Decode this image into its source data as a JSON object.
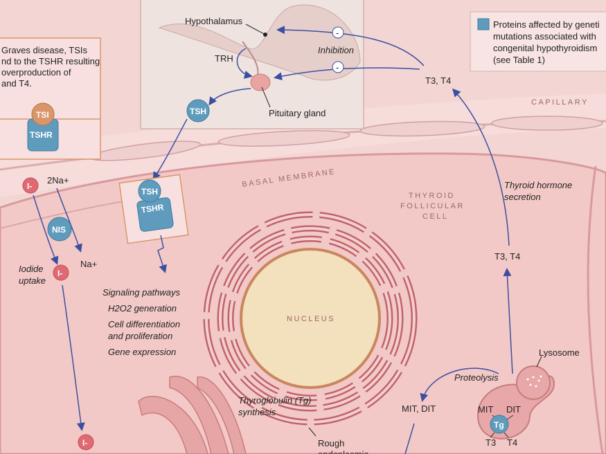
{
  "inset_graves": {
    "line1": "Graves disease, TSIs",
    "line2": "nd to the TSHR resulting",
    "line3": "overproduction of",
    "line4": "and T4."
  },
  "legend": {
    "line1": "Proteins affected by geneti",
    "line2": "mutations associated with",
    "line3": "congenital hypothyroidism",
    "line4": "(see Table 1)",
    "swatch_color": "#5f9bbd"
  },
  "hypothalamus": "Hypothalamus",
  "trh": "TRH",
  "pituitary": "Pituitary gland",
  "inhibition": "Inhibition",
  "minus_sign": "-",
  "t3t4_top": "T3, T4",
  "capillary": "CAPILLARY",
  "basal_membrane": "BASAL MEMBRANE",
  "thyroid_cell": {
    "line1": "THYROID",
    "line2": "FOLLICULAR",
    "line3": "CELL"
  },
  "hormone_secretion": {
    "line1": "Thyroid hormone",
    "line2": "secretion"
  },
  "t3t4_mid": "T3, T4",
  "tsh": "TSH",
  "tshr": "TSHR",
  "tsi": "TSI",
  "iodide": "I-",
  "two_na": "2Na+",
  "nis": "NIS",
  "na": "Na+",
  "iodide_uptake": {
    "line1": "Iodide",
    "line2": "uptake"
  },
  "signaling": {
    "title": "Signaling pathways",
    "item1": "H2O2 generation",
    "item2a": "Cell differentiation",
    "item2b": "and proliferation",
    "item3": "Gene expression"
  },
  "nucleus": "NUCLEUS",
  "tg_synthesis": {
    "line1": "Thyroglobulin (Tg)",
    "line2": "synthesis"
  },
  "rough_er": {
    "line1": "Rough",
    "line2": "endoplasmic"
  },
  "mit_dit": "MIT, DIT",
  "proteolysis": "Proteolysis",
  "lysosome": "Lysosome",
  "mit": "MIT",
  "dit": "DIT",
  "tg": "Tg",
  "t3": "T3",
  "t4": "T4",
  "colors": {
    "protein": "#5f9bbd",
    "tsi": "#d9966a",
    "iodide": "#e06a72",
    "arrow": "#3b4fa0"
  }
}
